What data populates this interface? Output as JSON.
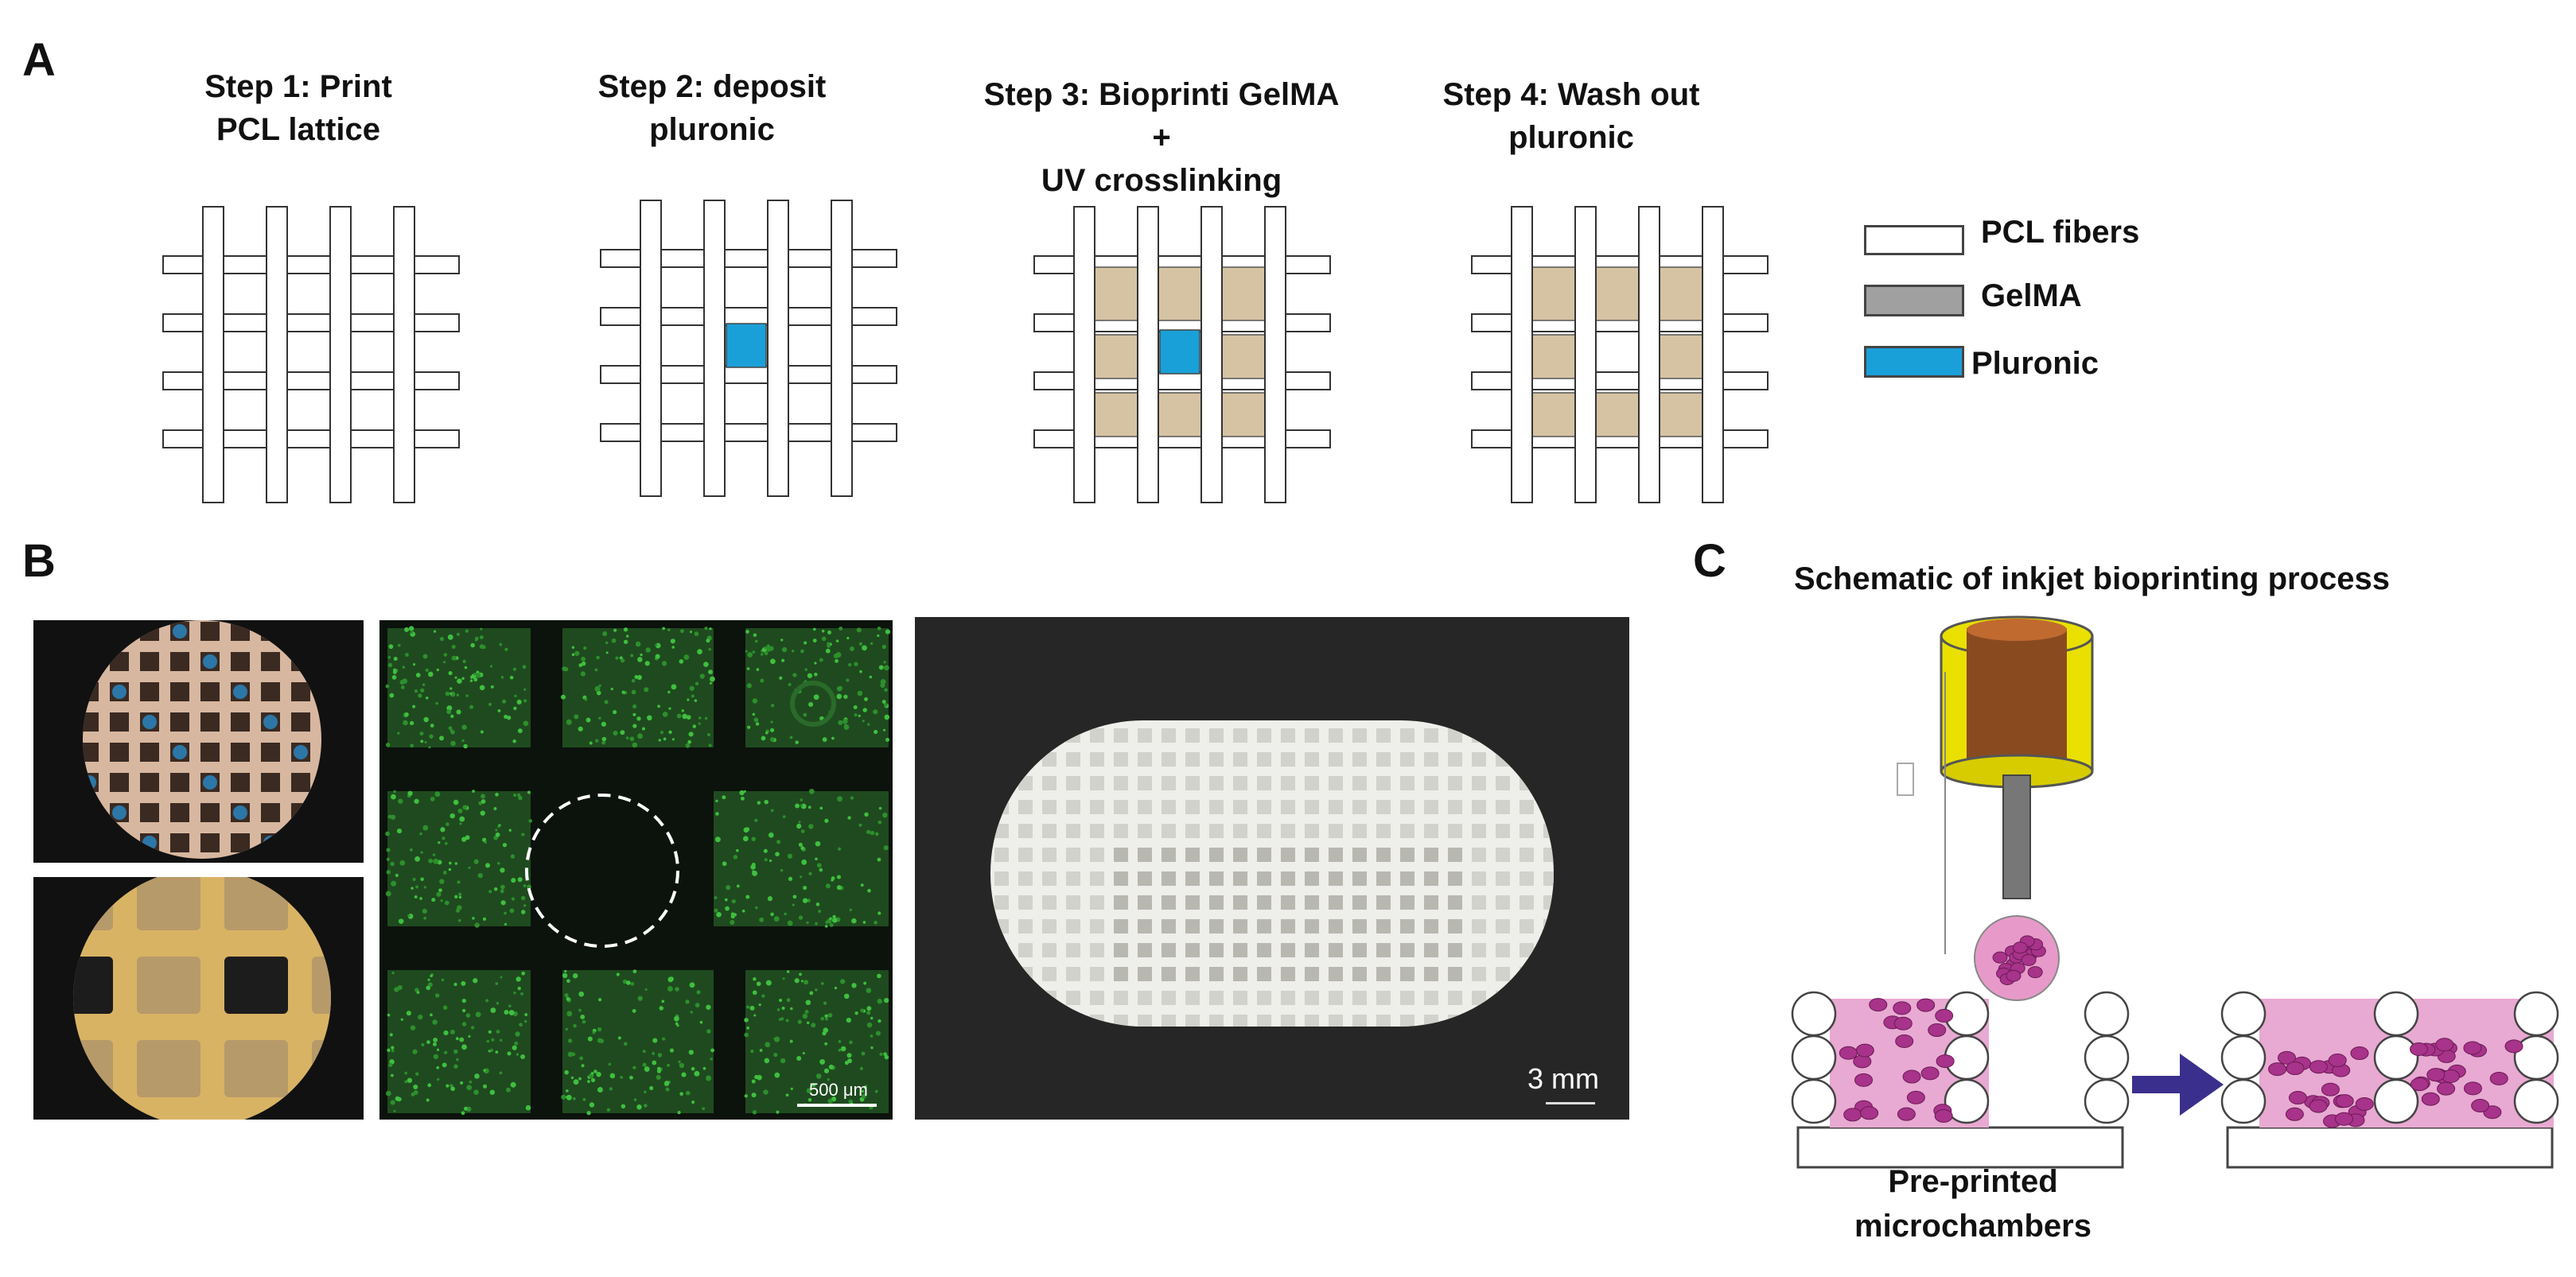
{
  "panel_a": {
    "letter": "A",
    "steps": [
      {
        "title": "Step 1: Print\nPCL lattice",
        "pluronic": false,
        "gelma": false
      },
      {
        "title": "Step 2: deposit\npluronic",
        "pluronic": true,
        "gelma": false
      },
      {
        "title": "Step 3: Bioprinti GelMA\n+\nUV crosslinking",
        "pluronic": true,
        "gelma": true
      },
      {
        "title": "Step 4: Wash out\npluronic",
        "pluronic": false,
        "gelma": true
      }
    ],
    "legend": [
      {
        "label": "PCL fibers",
        "color": "#ffffff"
      },
      {
        "label": "GelMA",
        "color": "#a0a0a0"
      },
      {
        "label": "Pluronic",
        "color": "#1aa0d8"
      }
    ],
    "colors": {
      "gelma_fill": "#d6c3a3",
      "pluronic_fill": "#1aa0d8",
      "fiber": "#ffffff"
    }
  },
  "panel_b": {
    "letter": "B",
    "scale_fluor": "500 μm",
    "scale_scaffold": "3 mm"
  },
  "panel_c": {
    "letter": "C",
    "title": "Schematic of inkjet bioprinting process",
    "caption": "Pre-printed\nmicrochambers"
  }
}
